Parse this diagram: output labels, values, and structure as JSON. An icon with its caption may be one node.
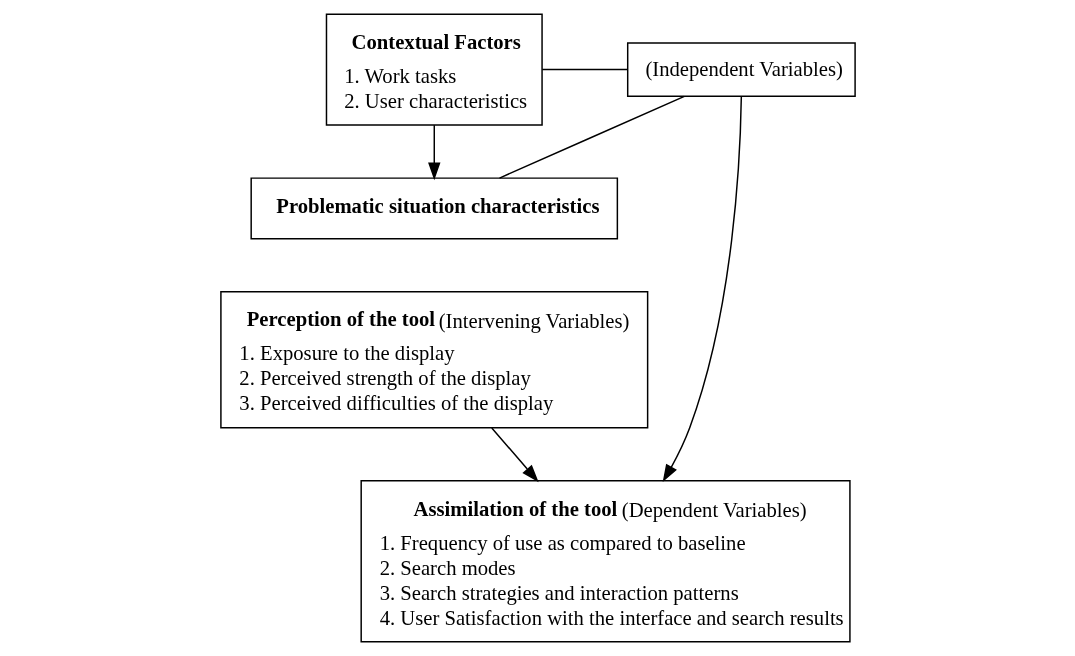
{
  "diagram": {
    "nodes": [
      {
        "text": [
          "**Contextual Factors**",
          "1. Work tasks",
          "2. User characteristics"
        ]
      },
      {
        "text": [
          "**Problematic situation characteristics**"
        ]
      },
      {
        "text": [
          "(Independent Variables)"
        ]
      },
      {
        "text": [
          "**Perception of the tool** (Intervening Variables)",
          "1. Exposure to the display",
          "2. Perceived strength of the display",
          "3. Perceived difficulties of the display"
        ]
      },
      {
        "text": [
          "**Assimilation of the tool** (Dependent Variables)",
          "1. Frequency of use as compared to baseline",
          "2. Search modes",
          "3. Search strategies and interaction patterns",
          "4. User Satisfaction with the interface and search results"
        ]
      }
    ],
    "edges": [
      {
        "from": 0,
        "to": 1,
        "arrow": "to"
      },
      {
        "from": 0,
        "to": 2,
        "arrow": "none"
      },
      {
        "from": 1,
        "to": 2,
        "arrow": "none"
      },
      {
        "from": 2,
        "to": 4,
        "arrow": "to"
      },
      {
        "from": 3,
        "to": 4,
        "arrow": "to"
      }
    ]
  }
}
